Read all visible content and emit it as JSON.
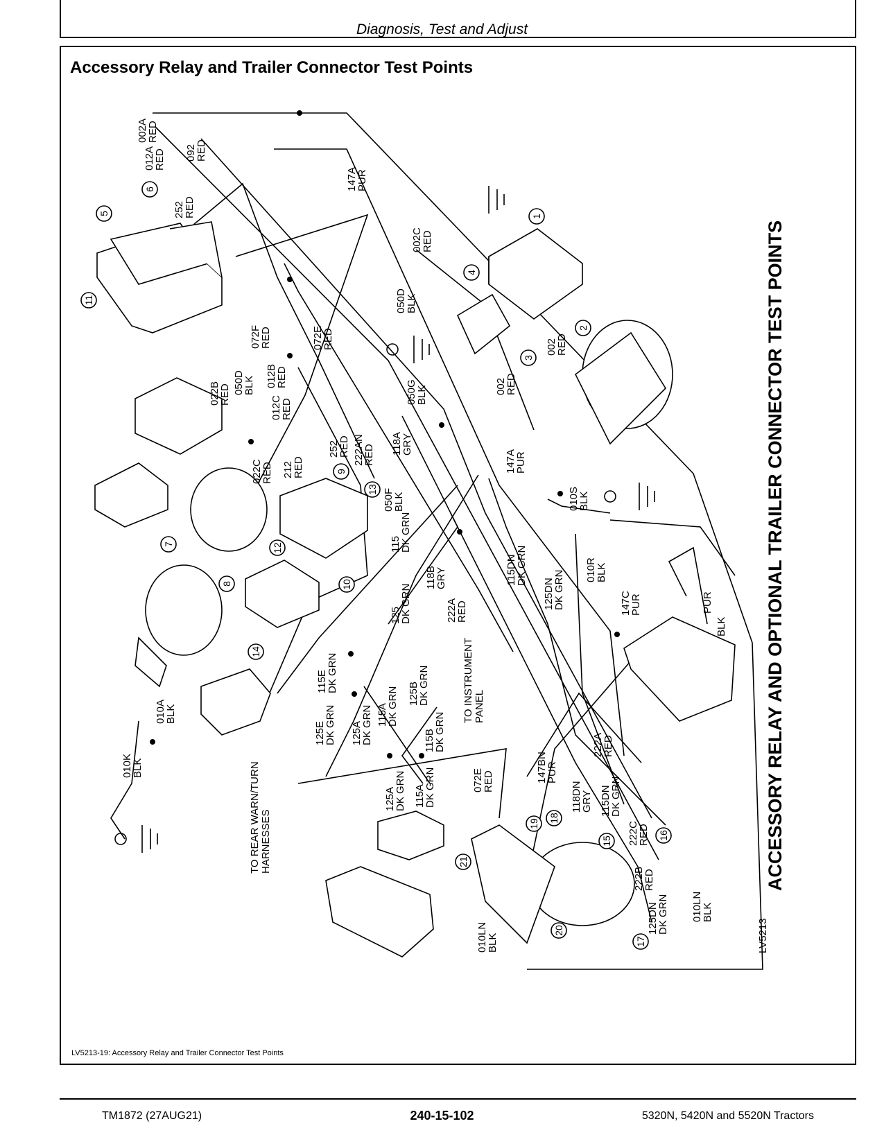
{
  "header": {
    "title": "Diagnosis, Test and Adjust"
  },
  "section_title": "Accessory Relay and Trailer Connector Test Points",
  "side_title": "ACCESSORY RELAY AND OPTIONAL TRAILER CONNECTOR TEST POINTS",
  "figure_id": "LV5213",
  "caption": "LV5213-19: Accessory Relay and Trailer Connector Test Points",
  "notes": {
    "instrument_panel": [
      "TO INSTRUMENT",
      "PANEL"
    ],
    "rear_harness": [
      "TO REAR WARN/TURN",
      "HARNESSES"
    ]
  },
  "wire_labels": [
    {
      "id": "002A",
      "color": "RED"
    },
    {
      "id": "012A",
      "color": "RED"
    },
    {
      "id": "092",
      "color": "RED"
    },
    {
      "id": "252",
      "color": "RED"
    },
    {
      "id": "147A",
      "color": "PUR"
    },
    {
      "id": "002C",
      "color": "RED"
    },
    {
      "id": "050D",
      "color": "BLK"
    },
    {
      "id": "072F",
      "color": "RED"
    },
    {
      "id": "050D",
      "color": "BLK"
    },
    {
      "id": "012B",
      "color": "RED"
    },
    {
      "id": "072E",
      "color": "RED"
    },
    {
      "id": "022B",
      "color": "RED"
    },
    {
      "id": "012C",
      "color": "RED"
    },
    {
      "id": "050G",
      "color": "BLK"
    },
    {
      "id": "118A",
      "color": "GRY"
    },
    {
      "id": "252",
      "color": "RED"
    },
    {
      "id": "222AN",
      "color": "RED"
    },
    {
      "id": "002",
      "color": "RED"
    },
    {
      "id": "002",
      "color": "RED"
    },
    {
      "id": "022C",
      "color": "RED"
    },
    {
      "id": "212",
      "color": "RED"
    },
    {
      "id": "147A",
      "color": "PUR"
    },
    {
      "id": "050F",
      "color": "BLK"
    },
    {
      "id": "010S",
      "color": "BLK"
    },
    {
      "id": "115",
      "color": "DK GRN"
    },
    {
      "id": "118B",
      "color": "GRY"
    },
    {
      "id": "115DN",
      "color": "DK GRN"
    },
    {
      "id": "125",
      "color": "DK GRN"
    },
    {
      "id": "125DN",
      "color": "DK GRN"
    },
    {
      "id": "010R",
      "color": "BLK"
    },
    {
      "id": "222A",
      "color": "RED"
    },
    {
      "id": "147C",
      "color": "PUR"
    },
    {
      "id": "115E",
      "color": "DK GRN"
    },
    {
      "id": "125B",
      "color": "DK GRN"
    },
    {
      "id": "010A",
      "color": "BLK"
    },
    {
      "id": "125E",
      "color": "DK GRN"
    },
    {
      "id": "125A",
      "color": "DK GRN"
    },
    {
      "id": "115A",
      "color": "DK GRN"
    },
    {
      "id": "115B",
      "color": "DK GRN"
    },
    {
      "id": "010K",
      "color": "BLK"
    },
    {
      "id": "125A",
      "color": "DK GRN"
    },
    {
      "id": "115A",
      "color": "DK GRN"
    },
    {
      "id": "072E",
      "color": "RED"
    },
    {
      "id": "147BN",
      "color": "PUR"
    },
    {
      "id": "222A",
      "color": "RED"
    },
    {
      "id": "118DN",
      "color": "GRY"
    },
    {
      "id": "115DN",
      "color": "DK GRN"
    },
    {
      "id": "222C",
      "color": "RED"
    },
    {
      "id": "222B",
      "color": "RED"
    },
    {
      "id": "125DN",
      "color": "DK GRN"
    },
    {
      "id": "010LN",
      "color": "BLK"
    },
    {
      "id": "010LN",
      "color": "BLK"
    }
  ],
  "plug_labels": [
    "PUR",
    "BLK"
  ],
  "callouts": [
    "1",
    "2",
    "3",
    "4",
    "5",
    "6",
    "7",
    "8",
    "9",
    "10",
    "11",
    "12",
    "13",
    "14",
    "15",
    "16",
    "17",
    "18",
    "19",
    "20",
    "21"
  ],
  "footer": {
    "left": "TM1872 (27AUG21)",
    "center": "240-15-102",
    "right": "5320N, 5420N and 5520N Tractors"
  }
}
